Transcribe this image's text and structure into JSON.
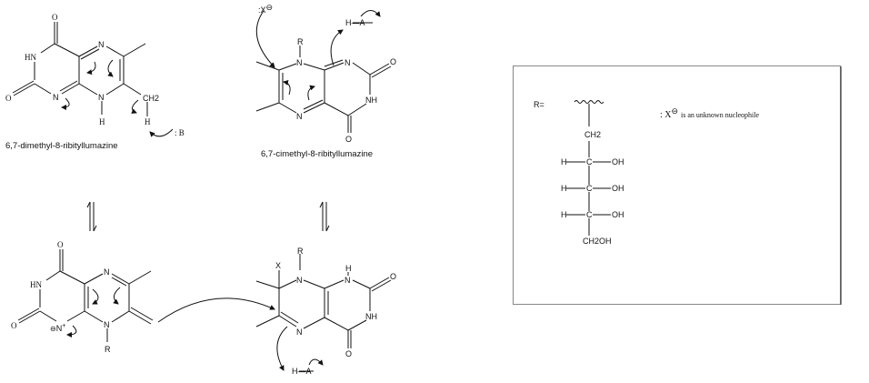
{
  "top_left": {
    "caption": "6,7-dimethyl-8-ribityllumazine",
    "atoms": {
      "o_top": "O",
      "hn": "HN",
      "o_left": "O",
      "n1": "N",
      "n5": "N",
      "n8": "N",
      "h_n8": "H",
      "ch2": "CH2",
      "h": "H",
      "base": ": B"
    }
  },
  "top_middle": {
    "caption": "6,7-cimethyl-8-ribityllumazine",
    "atoms": {
      "r": "R",
      "n8": "N",
      "n1": "N",
      "o_right": "O",
      "nh": "NH",
      "o_bottom": "O",
      "n5": "N",
      "nucleophile": ":X",
      "charge": "⊖",
      "ha": "H—A"
    }
  },
  "bottom_left": {
    "atoms": {
      "o_top": "O",
      "hn": "HN",
      "o_left": "O",
      "n1": "N",
      "n1_charge": "⊖",
      "n1_plus": "+",
      "n5": "N",
      "n8": "N",
      "r": "R"
    }
  },
  "bottom_middle": {
    "atoms": {
      "r": "R",
      "x": "X",
      "n8": "N",
      "h_n1": "H",
      "n1": "N",
      "o_right": "O",
      "nh": "NH",
      "o_bottom": "O",
      "n5": "N",
      "ha": "H—A"
    }
  },
  "legend_box": {
    "r_label": "R=",
    "chain": {
      "ch2": "CH2",
      "c": "C",
      "h": "H",
      "oh": "OH",
      "ch2oh": "CH2OH"
    },
    "nucleophile_note": {
      "symbol": ": X",
      "charge": "⊖",
      "text": "is an unknown nucleophile"
    }
  }
}
